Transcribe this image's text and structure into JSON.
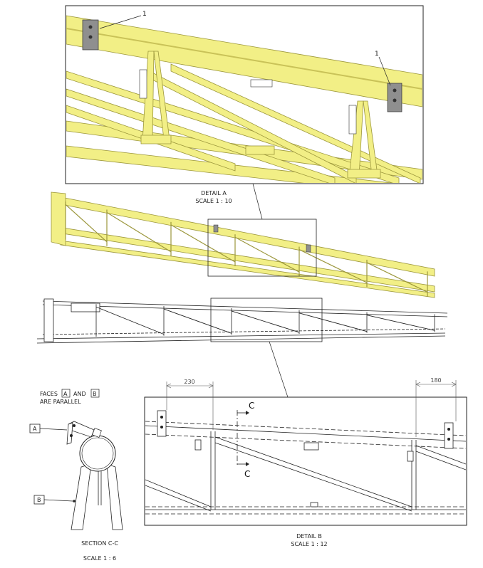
{
  "detail_a": {
    "title": "DETAIL A",
    "scale": "SCALE 1 : 10",
    "callouts": [
      "1",
      "1"
    ]
  },
  "detail_b": {
    "title": "DETAIL B",
    "scale": "SCALE 1 : 12",
    "dim_left": "230",
    "dim_right": "180",
    "section_marks": [
      "C",
      "C"
    ]
  },
  "section_cc": {
    "title": "SECTION C-C",
    "scale": "SCALE 1 : 6",
    "note_line1_prefix": "FACES",
    "note_face_a": "A",
    "note_and": "AND",
    "note_face_b": "B",
    "note_line2": "ARE PARALLEL",
    "label_a": "A",
    "label_b": "B"
  },
  "colors": {
    "tube_yellow": "#f2ef86",
    "tube_shade": "#d9d35a",
    "bracket_grey": "#8f8f8f",
    "line": "#222222"
  }
}
